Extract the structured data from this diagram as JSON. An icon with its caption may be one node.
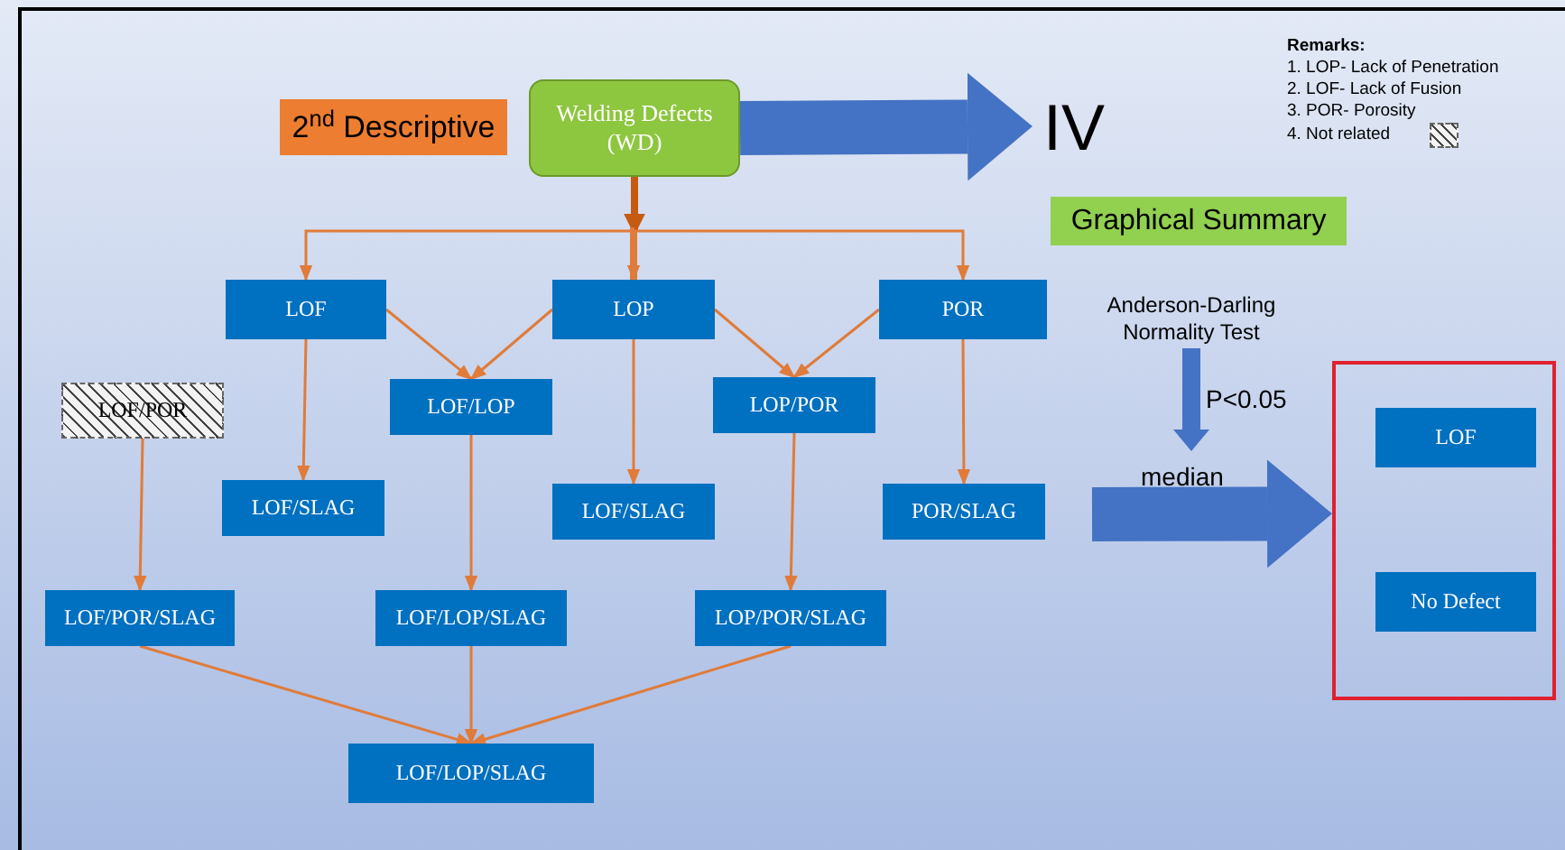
{
  "diagram": {
    "nodes": [
      {
        "text": [
          "2$^{nd}$ Descriptive"
        ]
      },
      {
        "text": [
          "Welding Defects (WD)"
        ]
      },
      {
        "text": [
          "IV"
        ]
      },
      {
        "text": [
          "Graphical Summary"
        ]
      },
      {
        "text": [
          "LOF"
        ]
      },
      {
        "text": [
          "LOP"
        ]
      },
      {
        "text": [
          "POR"
        ]
      },
      {
        "text": [
          "Anderson-Darling Normality Test"
        ]
      },
      {
        "text": [
          "LOF/POR"
        ]
      },
      {
        "text": [
          "LOF/LOP"
        ]
      },
      {
        "text": [
          "LOP/POR"
        ]
      },
      {
        "text": [
          "LOF/SLAG"
        ]
      },
      {
        "text": [
          "LOF/SLAG"
        ]
      },
      {
        "text": [
          "POR/SLAG"
        ]
      },
      {
        "text": [],
        "shape": "box"
      },
      {
        "text": [
          "LOF"
        ],
        "in": 14
      },
      {
        "text": [
          "No Defect"
        ],
        "in": 14
      },
      {
        "text": [
          "LOF/POR/SLAG"
        ]
      },
      {
        "text": [
          "LOF/LOP/SLAG"
        ]
      },
      {
        "text": [
          "LOP/POR/SLAG"
        ]
      },
      {
        "text": [
          "LOF/LOP/SLAG"
        ]
      }
    ],
    "edges": [
      {
        "from": 1,
        "to": 2,
        "arrow": "to",
        "style": "thick",
        "color": "#4472c4"
      },
      {
        "from": 1,
        "to": 4,
        "arrow": "to"
      },
      {
        "from": 1,
        "to": 5,
        "arrow": "to",
        "style": "thick"
      },
      {
        "from": 1,
        "to": 6,
        "arrow": "to"
      },
      {
        "from": 4,
        "to": 9,
        "arrow": "to"
      },
      {
        "from": 5,
        "to": 9,
        "arrow": "to"
      },
      {
        "from": 5,
        "to": 10,
        "arrow": "to"
      },
      {
        "from": 6,
        "to": 10,
        "arrow": "to"
      },
      {
        "from": 4,
        "to": 11,
        "arrow": "to"
      },
      {
        "from": 5,
        "to": 12,
        "arrow": "to"
      },
      {
        "from": 6,
        "to": 13,
        "arrow": "to"
      },
      {
        "from": 8,
        "to": 17,
        "arrow": "to"
      },
      {
        "from": 9,
        "to": 18,
        "arrow": "to"
      },
      {
        "from": 10,
        "to": 19,
        "arrow": "to"
      },
      {
        "from": 17,
        "to": 20,
        "arrow": "to"
      },
      {
        "from": 18,
        "to": 20,
        "arrow": "to"
      },
      {
        "from": 19,
        "to": 20,
        "arrow": "to"
      },
      {
        "from": 7,
        "to": null,
        "arrow": "to",
        "label": "P<0.05",
        "style": "thick",
        "color": "#4472c4"
      },
      {
        "from": null,
        "to": 14,
        "arrow": "to",
        "label": "median",
        "style": "thick",
        "color": "#4472c4"
      }
    ],
    "labels": [
      "Remarks:",
      "1. LOP- Lack of Penetration",
      "2. LOF- Lack of Fusion",
      "3. POR- Porosity"
    ],
    "legend": [
      {
        "text": "4. Not related"
      }
    ]
  }
}
